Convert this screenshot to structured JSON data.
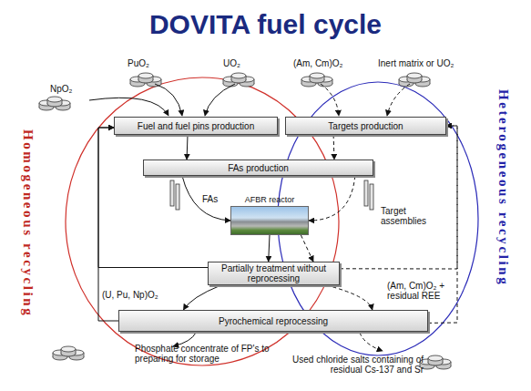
{
  "diagram": {
    "title": "DOVITA fuel cycle",
    "nodes": [
      {
        "text": [
          "Fuel and fuel pins production"
        ]
      },
      {
        "text": [
          "Targets production"
        ]
      },
      {
        "text": [
          "FAs production"
        ]
      },
      {
        "text": [
          "AFBR reactor"
        ]
      },
      {
        "text": [
          "Partially treatment without reprocessing"
        ]
      },
      {
        "text": [
          "Pyrochemical reprocessing"
        ]
      }
    ],
    "edges": [
      {
        "from": 0,
        "to": 2,
        "arrow": "to"
      },
      {
        "from": 1,
        "to": 2,
        "arrow": "to"
      },
      {
        "from": 2,
        "to": 3,
        "arrow": "to"
      },
      {
        "from": 2,
        "to": 3,
        "arrow": "to"
      },
      {
        "from": 3,
        "to": 4,
        "arrow": "to"
      },
      {
        "from": 3,
        "to": 4,
        "arrow": "to"
      },
      {
        "from": 4,
        "to": 0,
        "arrow": "to"
      },
      {
        "from": 5,
        "to": 0,
        "arrow": "to"
      },
      {
        "from": 4,
        "to": 5,
        "arrow": "to"
      },
      {
        "from": 4,
        "to": 5,
        "arrow": "to"
      },
      {
        "from": 4,
        "to": 1,
        "arrow": "to"
      },
      {
        "from": 5,
        "to": 1,
        "arrow": "to"
      }
    ],
    "labels": [
      "PuO₂",
      "UO₂",
      "NpO₂",
      "(Am, Cm)O₂",
      "Inert matrix or UO₂",
      "FAs",
      "Target assemblies",
      "(U, Pu, Np)O₂",
      "(Am, Cm)O₂ + residual REE",
      "Phosphate concentrate of FP's to preparing for storage",
      "Used chloride salts containing of residual Cs-137 and Sr",
      "Homogeneous recycling",
      "Heterogeneous recycling"
    ]
  }
}
